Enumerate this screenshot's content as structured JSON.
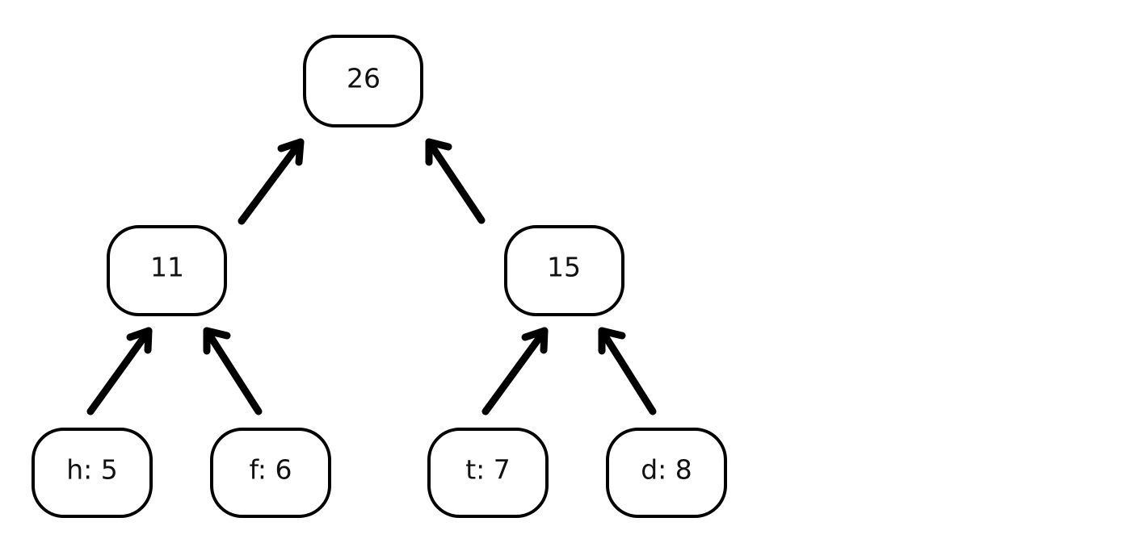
{
  "diagram": {
    "nodes": {
      "root": {
        "label": "26"
      },
      "left": {
        "label": "11"
      },
      "right": {
        "label": "15"
      },
      "h": {
        "label": "h: 5"
      },
      "f": {
        "label": "f: 6"
      },
      "t": {
        "label": "t: 7"
      },
      "d": {
        "label": "d: 8"
      }
    },
    "colors": {
      "stroke": "#000000",
      "background": "#ffffff"
    }
  }
}
